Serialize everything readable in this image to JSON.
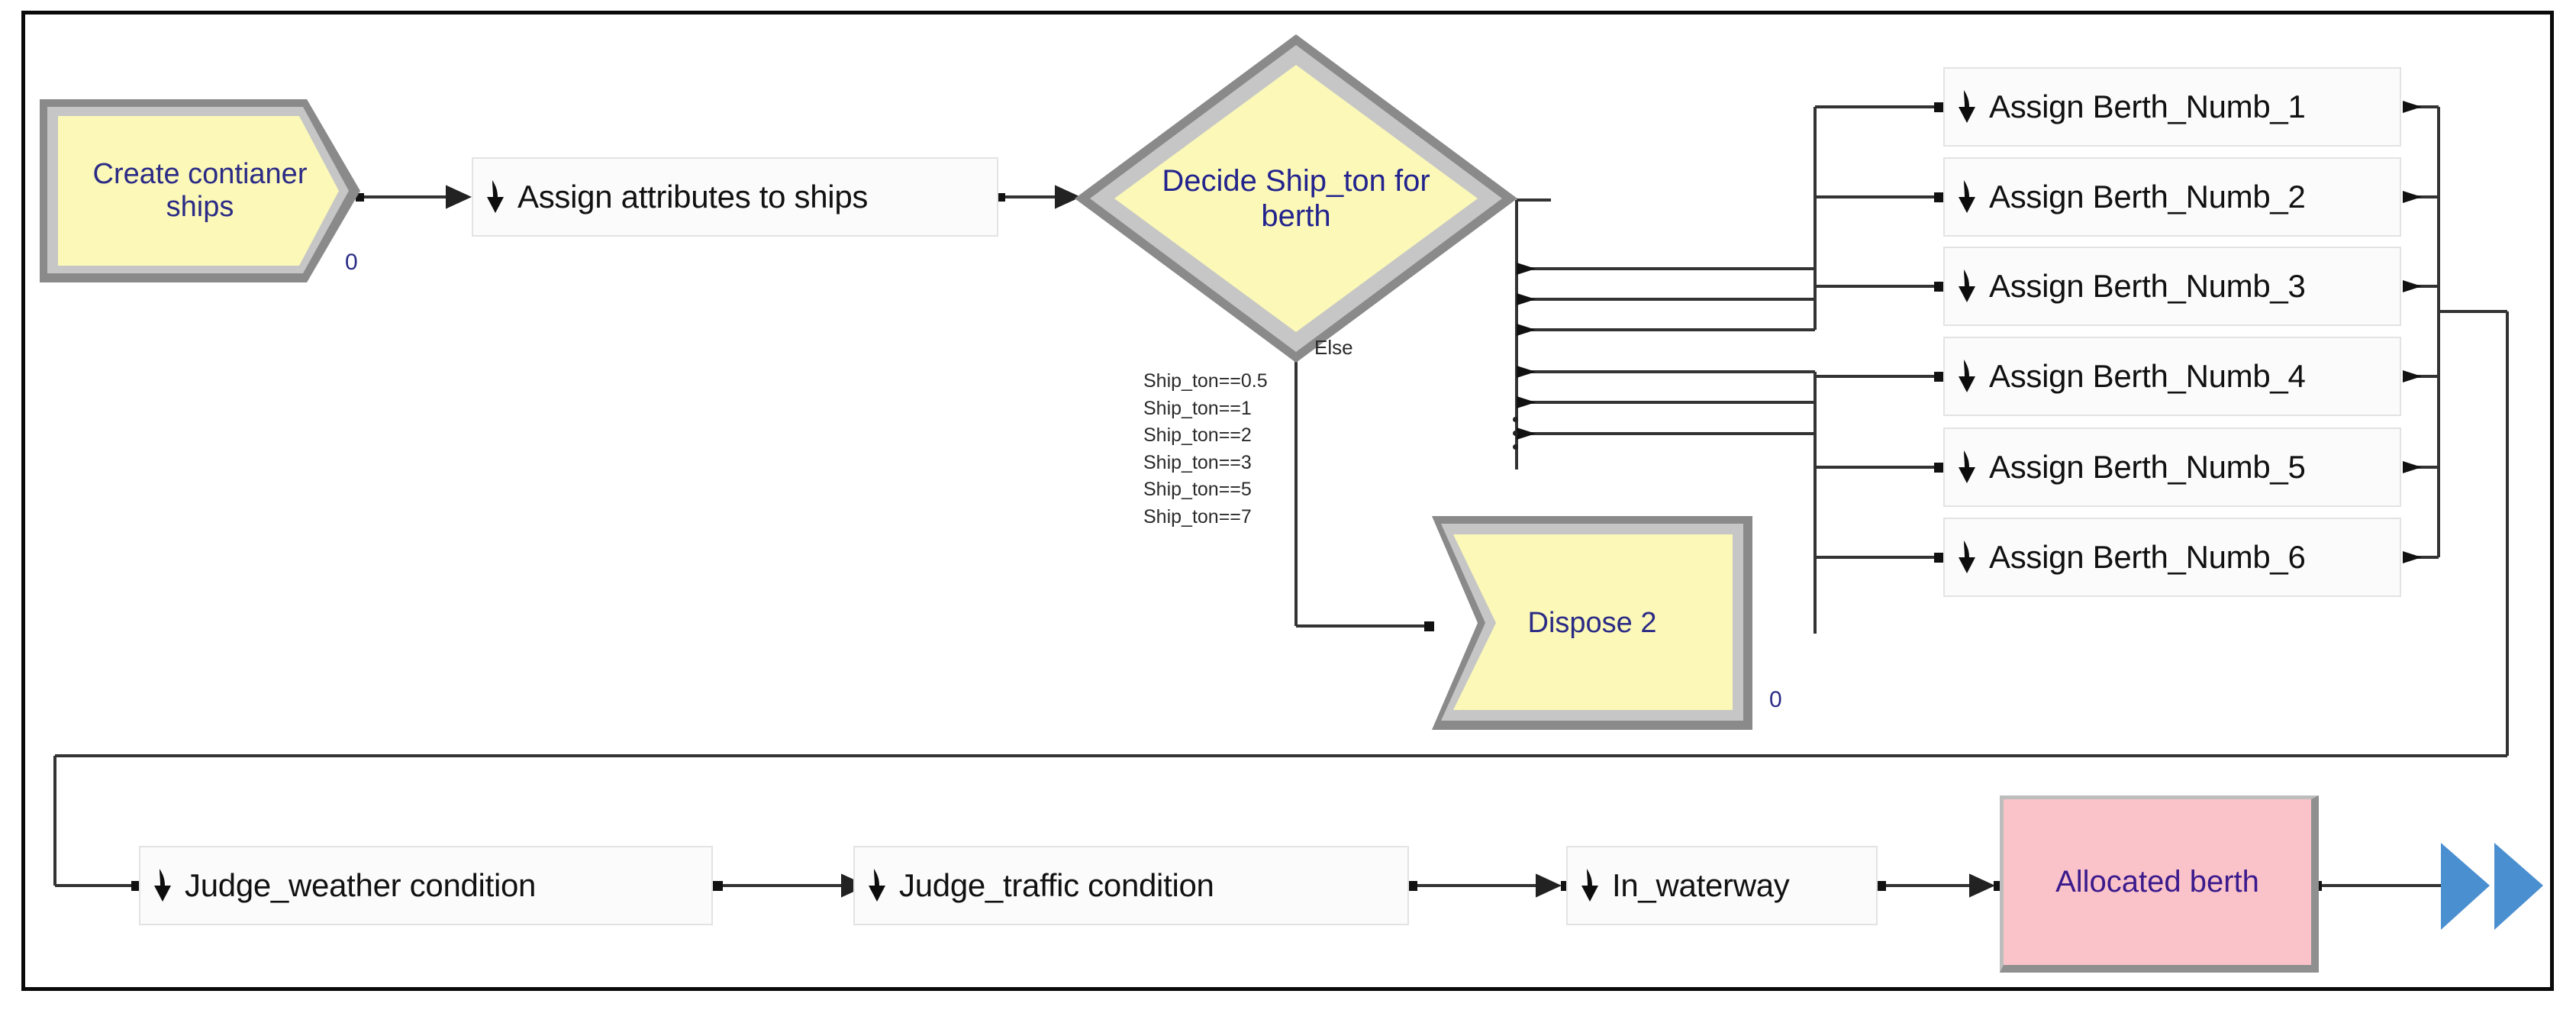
{
  "diagram": {
    "title": "Berth allocation simulation flowchart",
    "colors": {
      "module_fill": "#fbfbfb",
      "module_border": "#e3e3e3",
      "create_fill": "#fbf8b8",
      "bevel_light": "#c6c6c6",
      "bevel_dark": "#8a8a8a",
      "decide_fill": "#fbf8b8",
      "resource_fill": "#fac3ca",
      "label_blue": "#23238e",
      "wire": "#333333",
      "frame": "#0a0a0a",
      "exit_icon": "#4a8fd0"
    },
    "create_block": {
      "label": "Create contianer ships",
      "counter": "0"
    },
    "assign_attributes": {
      "label": "Assign attributes to ships",
      "icon": "down-arrow-icon"
    },
    "decide_block": {
      "label": "Decide Ship_ton for berth",
      "else_label": "Else",
      "conditions": [
        "Ship_ton==0.5",
        "Ship_ton==1",
        "Ship_ton==2",
        "Ship_ton==3",
        "Ship_ton==5",
        "Ship_ton==7"
      ]
    },
    "berth_modules": [
      {
        "label": "Assign Berth_Numb_1",
        "icon": "down-arrow-icon"
      },
      {
        "label": "Assign Berth_Numb_2",
        "icon": "down-arrow-icon"
      },
      {
        "label": "Assign Berth_Numb_3",
        "icon": "down-arrow-icon"
      },
      {
        "label": "Assign Berth_Numb_4",
        "icon": "down-arrow-icon"
      },
      {
        "label": "Assign Berth_Numb_5",
        "icon": "down-arrow-icon"
      },
      {
        "label": "Assign Berth_Numb_6",
        "icon": "down-arrow-icon"
      }
    ],
    "dispose_block": {
      "label": "Dispose 2",
      "counter": "0"
    },
    "bottom_row": [
      {
        "label": "Judge_weather condition",
        "icon": "down-arrow-icon"
      },
      {
        "label": "Judge_traffic condition",
        "icon": "down-arrow-icon"
      },
      {
        "label": "In_waterway",
        "icon": "down-arrow-icon"
      }
    ],
    "resource_block": {
      "label": "Allocated berth"
    },
    "exit_icon": {
      "name": "fast-forward-icon"
    }
  }
}
